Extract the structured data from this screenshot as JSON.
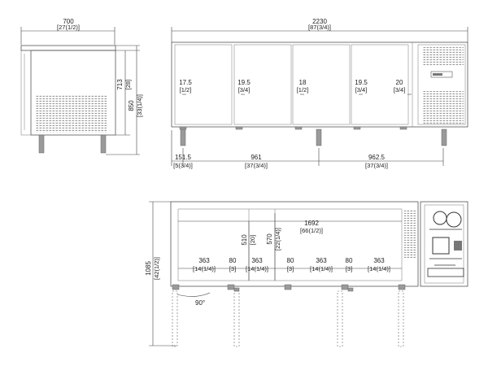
{
  "side_view": {
    "depth_mm": "700",
    "depth_in": "[27(1/2)]",
    "body_height_mm": "713",
    "body_height_in": "[28]",
    "total_height_mm": "850",
    "total_height_in": "[33(1/4)]"
  },
  "front_view": {
    "overall_width_mm": "2230",
    "overall_width_in": "[87(3/4)]",
    "drawer_heights": [
      {
        "mm": "17.5",
        "in": "[1/2]"
      },
      {
        "mm": "19.5",
        "in": "[3/4]"
      },
      {
        "mm": "18",
        "in": "[1/2]"
      },
      {
        "mm": "19.5",
        "in": "[3/4]"
      },
      {
        "mm": "20",
        "in": "[3/4]"
      }
    ],
    "leg_spacing": [
      {
        "mm": "151.5",
        "in": "[5(3/4)]"
      },
      {
        "mm": "961",
        "in": "[37(3/4)]"
      },
      {
        "mm": "962.5",
        "in": "[37(3/4)]"
      }
    ]
  },
  "top_view": {
    "total_depth_mm": "1085",
    "total_depth_in": "[42(1/2)]",
    "inner_width_mm": "1692",
    "inner_width_in": "[66(1/2)]",
    "inner_depth_mm": "510",
    "inner_depth_in": "[20]",
    "inner_depth2_mm": "570",
    "inner_depth2_in": "[22(1/4)]",
    "door_opening_angle": "90°",
    "widths": [
      {
        "mm": "363",
        "in": "[14(1/4)]"
      },
      {
        "mm": "80",
        "in": "[3]"
      },
      {
        "mm": "363",
        "in": "[14(1/4)]"
      },
      {
        "mm": "80",
        "in": "[3]"
      },
      {
        "mm": "363",
        "in": "[14(1/4)]"
      },
      {
        "mm": "80",
        "in": "[3]"
      },
      {
        "mm": "363",
        "in": "[14(1/4)]"
      }
    ]
  }
}
